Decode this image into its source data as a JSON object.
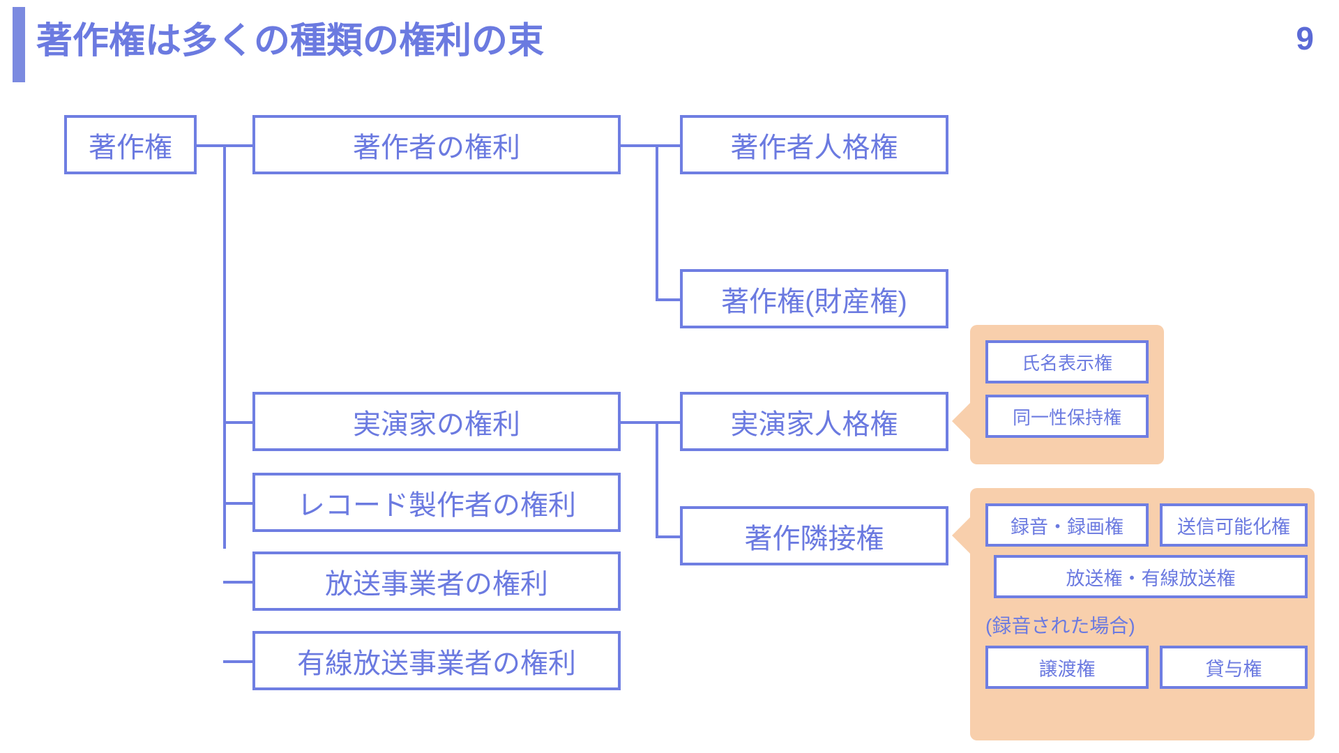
{
  "header": {
    "title": "著作権は多くの種類の権利の束",
    "page_number": "9",
    "accent_color": "#6b7ae0"
  },
  "colors": {
    "blue": "#6b7ae0",
    "box_border": "#6f7ee2",
    "panel_orange": "#f8cfac",
    "background": "#ffffff"
  },
  "diagram": {
    "root": {
      "label": "著作権"
    },
    "level2": [
      {
        "label": "著作者の権利"
      },
      {
        "label": "実演家の権利"
      },
      {
        "label": "レコード製作者の権利"
      },
      {
        "label": "放送事業者の権利"
      },
      {
        "label": "有線放送事業者の権利"
      }
    ],
    "author_children": [
      {
        "label": "著作者人格権"
      },
      {
        "label": "著作権(財産権)"
      }
    ],
    "performer_children": [
      {
        "label": "実演家人格権"
      },
      {
        "label": "著作隣接権"
      }
    ],
    "panels": [
      {
        "name": "performer-moral-rights",
        "items": [
          {
            "label": "氏名表示権"
          },
          {
            "label": "同一性保持権"
          }
        ]
      },
      {
        "name": "neighboring-rights",
        "items": [
          {
            "label": "録音・録画権"
          },
          {
            "label": "送信可能化権"
          },
          {
            "label": "放送権・有線放送権"
          }
        ],
        "note": "(録音された場合)",
        "note_items": [
          {
            "label": "譲渡権"
          },
          {
            "label": "貸与権"
          }
        ]
      }
    ]
  }
}
